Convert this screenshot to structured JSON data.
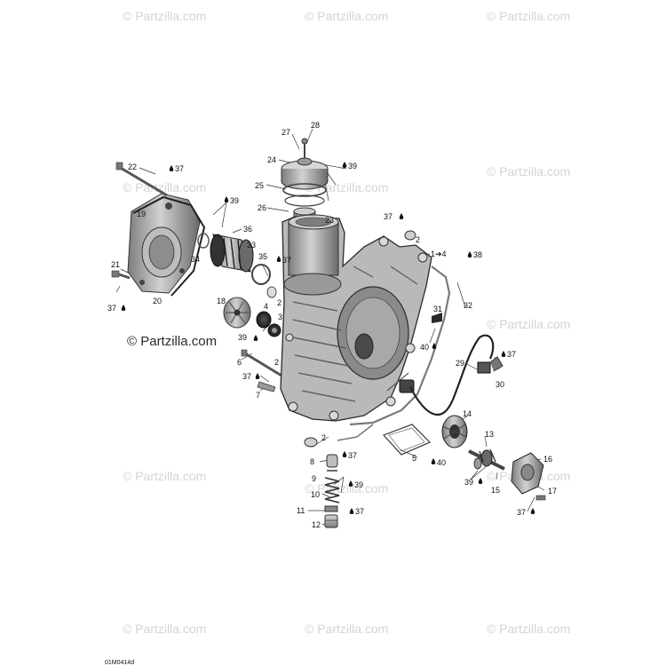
{
  "watermark": {
    "faint_text": "© Partzilla.com",
    "center_text": "© Partzilla.com"
  },
  "reference_code": "01M0414d",
  "callouts": [
    {
      "id": "c22",
      "label": "22"
    },
    {
      "id": "c37a",
      "label": "37"
    },
    {
      "id": "c19",
      "label": "19"
    },
    {
      "id": "c21",
      "label": "21"
    },
    {
      "id": "c37b",
      "label": "37"
    },
    {
      "id": "c20",
      "label": "20"
    },
    {
      "id": "c27",
      "label": "27"
    },
    {
      "id": "c28",
      "label": "28"
    },
    {
      "id": "c24",
      "label": "24"
    },
    {
      "id": "c39a",
      "label": "39"
    },
    {
      "id": "c25",
      "label": "25"
    },
    {
      "id": "c26",
      "label": "26"
    },
    {
      "id": "c23",
      "label": "23"
    },
    {
      "id": "c39b",
      "label": "39"
    },
    {
      "id": "c36",
      "label": "36"
    },
    {
      "id": "c33",
      "label": "33"
    },
    {
      "id": "c34",
      "label": "34"
    },
    {
      "id": "c35",
      "label": "35"
    },
    {
      "id": "c37c",
      "label": "37"
    },
    {
      "id": "c2a",
      "label": "2"
    },
    {
      "id": "c18",
      "label": "18"
    },
    {
      "id": "c4",
      "label": "4"
    },
    {
      "id": "c3",
      "label": "3"
    },
    {
      "id": "c39c",
      "label": "39"
    },
    {
      "id": "c6",
      "label": "6"
    },
    {
      "id": "c2b",
      "label": "2"
    },
    {
      "id": "c37d",
      "label": "37"
    },
    {
      "id": "c7",
      "label": "7"
    },
    {
      "id": "c37e",
      "label": "37"
    },
    {
      "id": "c2c",
      "label": "2"
    },
    {
      "id": "c1to4",
      "label": "1➔4"
    },
    {
      "id": "c38",
      "label": "38"
    },
    {
      "id": "c32",
      "label": "32"
    },
    {
      "id": "c31",
      "label": "31"
    },
    {
      "id": "c40a",
      "label": "40"
    },
    {
      "id": "c29",
      "label": "29"
    },
    {
      "id": "c37f",
      "label": "37"
    },
    {
      "id": "c30",
      "label": "30"
    },
    {
      "id": "c14",
      "label": "14"
    },
    {
      "id": "c13",
      "label": "13"
    },
    {
      "id": "c2d",
      "label": "2"
    },
    {
      "id": "c8",
      "label": "8"
    },
    {
      "id": "c37g",
      "label": "37"
    },
    {
      "id": "c9",
      "label": "9"
    },
    {
      "id": "c39d",
      "label": "39"
    },
    {
      "id": "c10",
      "label": "10"
    },
    {
      "id": "c11",
      "label": "11"
    },
    {
      "id": "c37h",
      "label": "37"
    },
    {
      "id": "c12",
      "label": "12"
    },
    {
      "id": "c5",
      "label": "5"
    },
    {
      "id": "c40b",
      "label": "40"
    },
    {
      "id": "c39e",
      "label": "39"
    },
    {
      "id": "c15",
      "label": "15"
    },
    {
      "id": "c16",
      "label": "16"
    },
    {
      "id": "c17",
      "label": "17"
    },
    {
      "id": "c37i",
      "label": "37"
    }
  ]
}
